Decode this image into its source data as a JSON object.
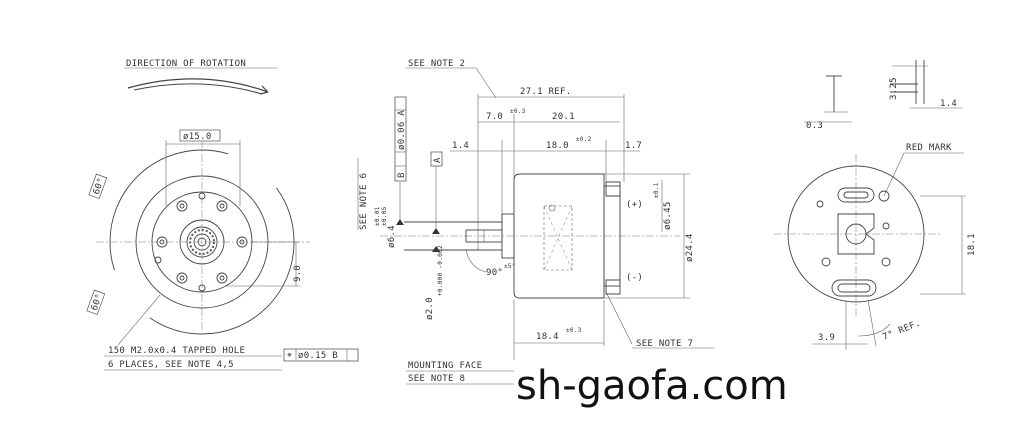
{
  "left_view": {
    "direction_label": "DIRECTION OF ROTATION",
    "dia_15": "ø15.0",
    "angle_top": "60°",
    "angle_bottom": "60°",
    "dim_9": "9.0",
    "hole_note_line1": "150 M2.0x0.4 TAPPED HOLE",
    "hole_note_line2": "6 PLACES, SEE NOTE 4,5",
    "tolerance_box": "ø0.15 B"
  },
  "side_view": {
    "see_note_2": "SEE NOTE 2",
    "dim_27": "27.1 REF.",
    "dim_7": "7.0",
    "dim_7_tol": "±0.3",
    "dim_20": "20.1",
    "dim_1_4": "1.4",
    "dim_18": "18.0",
    "dim_18_tol": "±0.2",
    "dim_1_7": "1.7",
    "datum_b": "B",
    "flatness": "ø0.06 A",
    "datum_a": "A",
    "see_note_6": "SEE NOTE 6",
    "dia_6": "ø6.4",
    "dia_6_tol": "±0.05",
    "dia_6_tol2": "±0.01",
    "angle_90": "90°",
    "angle_90_tol": "±5°",
    "dia_2": "ø2.0",
    "dia_2_tol": "+0.000 -0.002",
    "plus": "(+)",
    "minus": "(-)",
    "dim_6_45": "ø6.45",
    "dim_6_45_tol": "±0.1",
    "dim_24_4": "ø24.4",
    "dim_18_4": "18.4",
    "dim_18_4_tol": "±0.3",
    "see_note_7": "SEE NOTE 7",
    "mounting_face": "MOUNTING FACE",
    "see_note_8": "SEE NOTE 8"
  },
  "right_view": {
    "dim_3_25": "3.25",
    "dim_0_3": "0.3",
    "dim_1_4": "1.4",
    "red_mark": "RED MARK",
    "dim_18_1": "18.1",
    "dim_3_9": "3.9",
    "angle_ref": "7° REF."
  },
  "watermark": "sh-gaofa.com"
}
